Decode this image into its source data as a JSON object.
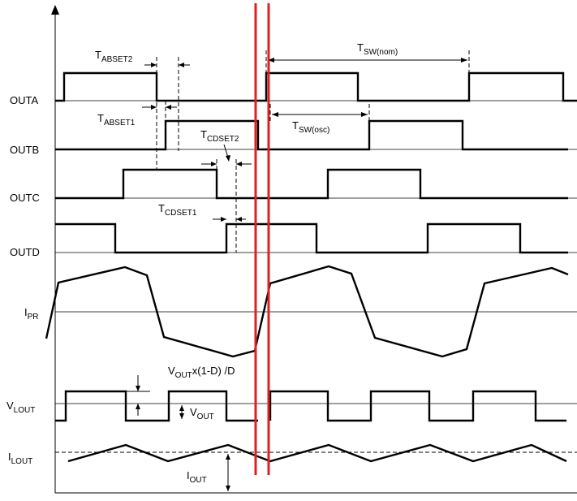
{
  "signals": {
    "outa": "OUTA",
    "outb": "OUTB",
    "outc": "OUTC",
    "outd": "OUTD",
    "ipr": {
      "main": "I",
      "sub": "PR"
    },
    "vlout": {
      "main": "V",
      "sub": "LOUT"
    },
    "ilout": {
      "main": "I",
      "sub": "LOUT"
    }
  },
  "annotations": {
    "tabset2": {
      "main": "T",
      "sub": "ABSET2"
    },
    "tabset1": {
      "main": "T",
      "sub": "ABSET1"
    },
    "tcdset2": {
      "main": "T",
      "sub": "CDSET2"
    },
    "tcdset1": {
      "main": "T",
      "sub": "CDSET1"
    },
    "tsw_nom": {
      "main": "T",
      "sub": "SW(nom)"
    },
    "tsw_osc": {
      "main": "T",
      "sub": "SW(osc)"
    },
    "vout_ripple": {
      "main": "V",
      "sub": "OUT",
      "tail": "x(1-D) /D"
    },
    "vout": {
      "main": "V",
      "sub": "OUT"
    },
    "iout": {
      "main": "I",
      "sub": "OUT"
    }
  },
  "colors": {
    "marker": "#e02020",
    "trace": "#000000"
  }
}
